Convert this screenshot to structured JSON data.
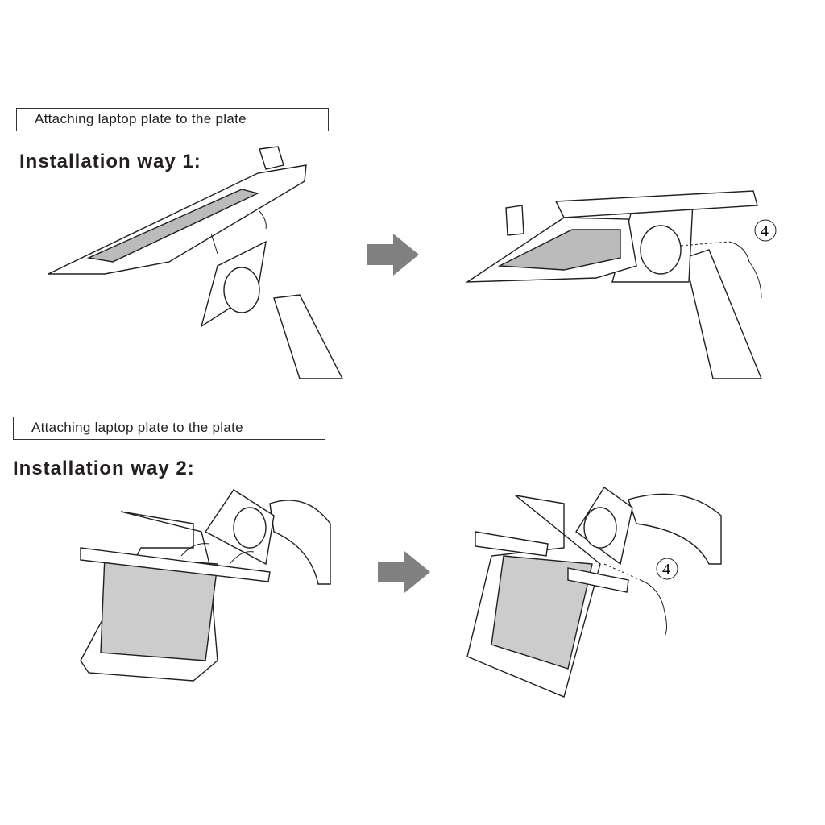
{
  "sections": [
    {
      "caption": "Attaching laptop plate to the plate",
      "heading": "Installation way 1:",
      "callout": "4"
    },
    {
      "caption": "Attaching laptop plate to the plate",
      "heading": "Installation way 2:",
      "callout": "4"
    }
  ],
  "colors": {
    "arrow": "#808080",
    "ink": "#231f20"
  }
}
